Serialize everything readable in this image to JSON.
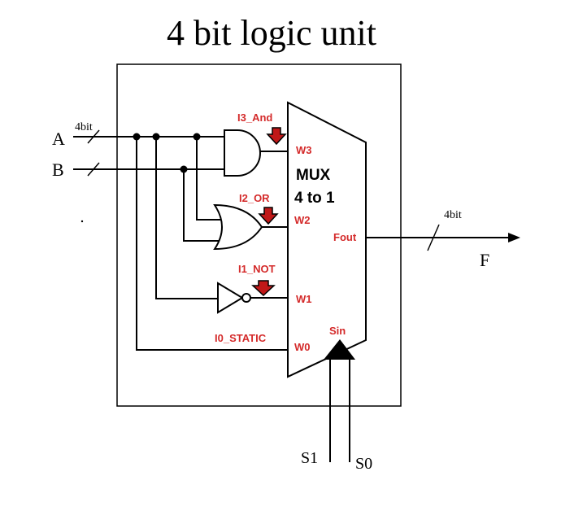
{
  "title": "4 bit logic unit",
  "inputs": {
    "a": "A",
    "b": "B",
    "bus_width_in": "4bit"
  },
  "gate_labels": {
    "and": "I3_And",
    "or": "I2_OR",
    "not": "I1_NOT",
    "static": "I0_STATIC"
  },
  "mux": {
    "title": "MUX",
    "subtitle": "4 to 1",
    "ports": {
      "w3": "W3",
      "w2": "W2",
      "w1": "W1",
      "w0": "W0",
      "out": "Fout",
      "sel": "Sin"
    }
  },
  "output": {
    "label": "F",
    "bus_width_out": "4bit"
  },
  "select": {
    "s1": "S1",
    "s0": "S0"
  },
  "colors": {
    "label_red": "#d42a2a",
    "arrow_red": "#c01818",
    "line": "#000000"
  }
}
